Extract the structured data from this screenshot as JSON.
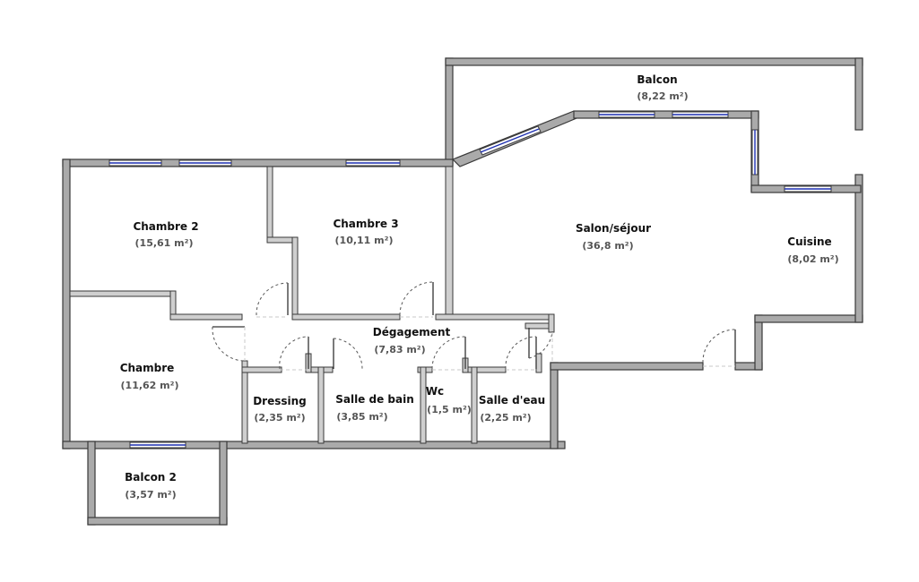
{
  "plan": {
    "rooms": [
      {
        "name": "Balcon",
        "area": "(8,22 m²)"
      },
      {
        "name": "Chambre 2",
        "area": "(15,61 m²)"
      },
      {
        "name": "Chambre 3",
        "area": "(10,11 m²)"
      },
      {
        "name": "Salon/séjour",
        "area": "(36,8 m²)"
      },
      {
        "name": "Cuisine",
        "area": "(8,02 m²)"
      },
      {
        "name": "Dégagement",
        "area": "(7,83 m²)"
      },
      {
        "name": "Chambre",
        "area": "(11,62 m²)"
      },
      {
        "name": "Dressing",
        "area": "(2,35 m²)"
      },
      {
        "name": "Salle de bain",
        "area": "(3,85 m²)"
      },
      {
        "name": "Wc",
        "area": "(1,5 m²)"
      },
      {
        "name": "Salle d'eau",
        "area": "(2,25 m²)"
      },
      {
        "name": "Balcon 2",
        "area": "(3,57 m²)"
      }
    ]
  },
  "colors": {
    "wall": "#aaaaaa",
    "window": "#1d2fb0",
    "label": "#111111",
    "area": "#555555"
  }
}
